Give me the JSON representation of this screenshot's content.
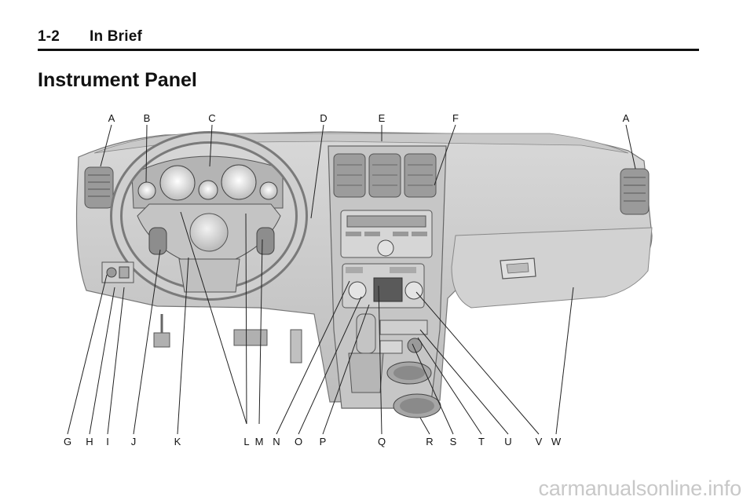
{
  "header": {
    "page": "1-2",
    "section": "In Brief"
  },
  "title": "Instrument Panel",
  "figure": {
    "top_labels": [
      "A",
      "B",
      "C",
      "D",
      "E",
      "F",
      "A"
    ],
    "bottom_labels": [
      "G",
      "H",
      "I",
      "J",
      "K",
      "L",
      "M",
      "N",
      "O",
      "P",
      "Q",
      "R",
      "S",
      "T",
      "U",
      "V",
      "W"
    ]
  },
  "watermark": "carmanualsonline.info"
}
